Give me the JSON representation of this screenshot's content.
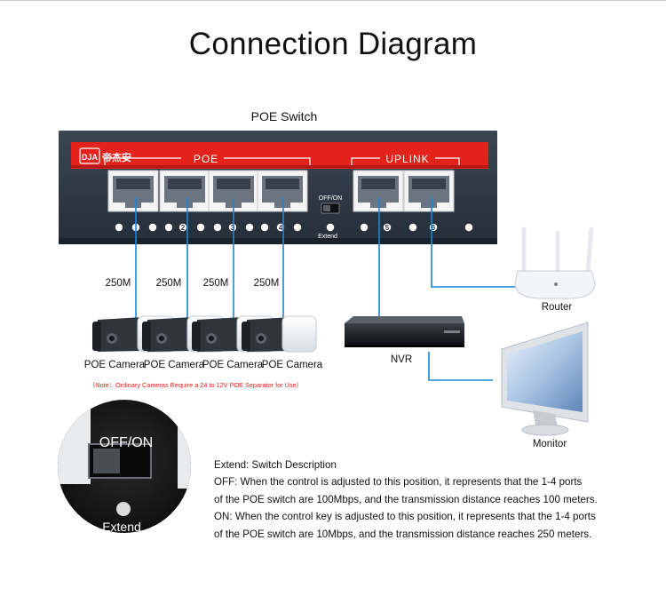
{
  "title": "Connection Diagram",
  "switch": {
    "label": "POE Switch",
    "brand_badge": "DJA",
    "brand_cn": "帝杰安",
    "poe_group": "POE",
    "uplink_group": "UPLINK",
    "off_on": "OFF/ON",
    "extend": "Extend",
    "port_numbers": [
      "2",
      "3",
      "4",
      "5",
      "6"
    ]
  },
  "speeds": [
    "250M",
    "250M",
    "250M",
    "250M"
  ],
  "cameras": [
    "POE Camera",
    "POE Camera",
    "POE Camera",
    "POE Camera"
  ],
  "note": "（Note：Ordinary Cameras Require a 24 to 12V POE Separator for Use）",
  "nvr_label": "NVR",
  "router_label": "Router",
  "monitor_label": "Monitor",
  "zoom": {
    "off_on": "OFF/ON",
    "extend": "Extend"
  },
  "description": {
    "heading": "Extend: Switch Description",
    "lines": [
      "OFF: When the control is adjusted to this position, it represents that the 1-4 ports",
      "of the POE switch are 100Mbps, and the transmission distance reaches 100 meters.",
      "ON: When the control key is adjusted to this position, it represents that the 1-4 ports",
      "of the POE switch are 10Mbps, and the transmission distance reaches 250 meters."
    ]
  },
  "colors": {
    "cable": "#1c86d8",
    "switch_body": "#2f3945",
    "switch_red": "#e3231b",
    "note_red": "#e3241b"
  }
}
